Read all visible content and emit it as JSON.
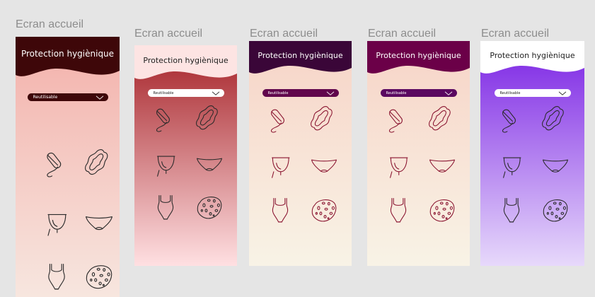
{
  "frames": [
    {
      "frame_title": "Ecran accueil",
      "header_title": "Protection hygiènique",
      "dropdown_value": "Reutilisable",
      "colors": {
        "header": "#3e0709",
        "header_text": "#ffffff",
        "bg_top": "#f3b1ab",
        "bg_bottom": "#f7e6df",
        "dropdown_bg": "#3e0709",
        "dropdown_text": "#ffffff",
        "icon_stroke": "#2a2a2a"
      }
    },
    {
      "frame_title": "Ecran accueil",
      "header_title": "Protection hygiènique",
      "dropdown_value": "Reutilisable",
      "colors": {
        "header": "#fde4e3",
        "header_text": "#222222",
        "bg_top": "#a52127",
        "bg_bottom": "#ffe0e2",
        "dropdown_bg": "#ffffff",
        "dropdown_text": "#222222",
        "icon_stroke": "#2a2a2a"
      }
    },
    {
      "frame_title": "Ecran accueil",
      "header_title": "Protection hygiènique",
      "dropdown_value": "Reutilisable",
      "colors": {
        "header": "#3a0638",
        "header_text": "#ffffff",
        "bg_top": "#f7d4c7",
        "bg_bottom": "#f8f3e6",
        "dropdown_bg": "#61064c",
        "dropdown_text": "#ffffff",
        "icon_stroke": "#8a1430"
      }
    },
    {
      "frame_title": "Ecran accueil",
      "header_title": "Protection hygiènique",
      "dropdown_value": "Reutilisable",
      "colors": {
        "header": "#6b0048",
        "header_text": "#ffffff",
        "bg_top": "#f7d4c7",
        "bg_bottom": "#f8f3e6",
        "dropdown_bg": "#5a0860",
        "dropdown_text": "#ffffff",
        "icon_stroke": "#8a1430"
      }
    },
    {
      "frame_title": "Ecran accueil",
      "header_title": "Protection hygiènique",
      "dropdown_value": "Reutilisable",
      "colors": {
        "header": "#ffffff",
        "header_text": "#222222",
        "bg_top": "#7b23e4",
        "bg_bottom": "#e7d9fb",
        "dropdown_bg": "#ffffff",
        "dropdown_text": "#222222",
        "icon_stroke": "#2a2a2a"
      }
    }
  ],
  "product_icons": [
    "tampon-icon",
    "pad-icon",
    "menstrual-cup-icon",
    "period-panties-icon",
    "swimsuit-icon",
    "sponge-icon"
  ]
}
